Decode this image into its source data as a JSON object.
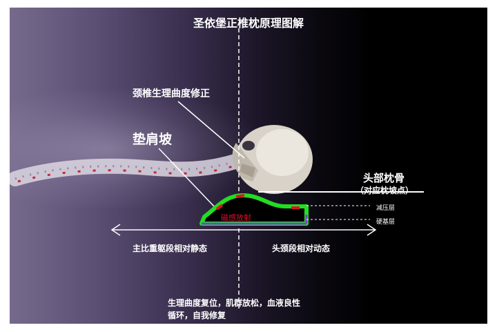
{
  "title": "圣依堡正椎枕原理图解",
  "labels": {
    "cervical_correction": "颈椎生理曲度修正",
    "shoulder_slope": "垫肩坡",
    "head_occipital": "头部枕骨",
    "head_occipital_sub": "（对应枕坡点）",
    "decompression_layer": "减压层",
    "hard_base_layer": "硬基层",
    "magnetic_radiation": "磁感放射",
    "torso_static": "主比重躯段相对静态",
    "head_neck_dynamic": "头颈段相对动态",
    "bottom_line1": "生理曲度复位，肌群放松，血液良性",
    "bottom_line2": "循环，自我修复"
  },
  "colors": {
    "pillow_outline": "#22dd22",
    "magnet_red": "#e0102a",
    "base_purple": "#7a3fd0",
    "line_white": "#ffffff"
  }
}
